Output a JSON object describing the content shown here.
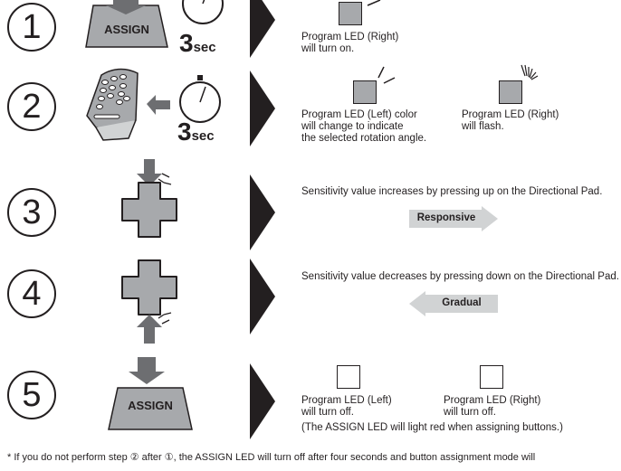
{
  "steps": [
    {
      "number": "1"
    },
    {
      "number": "2"
    },
    {
      "number": "3"
    },
    {
      "number": "4"
    },
    {
      "number": "5"
    }
  ],
  "assign_button_label": "ASSIGN",
  "timer_value": "3",
  "timer_unit": "sec",
  "step1": {
    "led_right_text": "Program LED (Right)\nwill turn on."
  },
  "step2": {
    "led_left_text": "Program LED (Left) color\nwill change to indicate\nthe selected rotation angle.",
    "led_right_text": "Program LED (Right)\nwill flash."
  },
  "step3": {
    "description": "Sensitivity value increases by pressing up on the Directional Pad.",
    "arrow_label": "Responsive"
  },
  "step4": {
    "description": "Sensitivity value decreases by pressing down on the Directional Pad.",
    "arrow_label": "Gradual"
  },
  "step5": {
    "led_left_text": "Program LED (Left)\nwill turn off.",
    "led_right_text": "Program LED (Right)\nwill turn off.",
    "note": "(The ASSIGN LED will light red when assigning buttons.)"
  },
  "footnote": "* If you do not perform step ② after ①, the ASSIGN LED will turn off after four seconds and button assignment mode will",
  "colors": {
    "ink": "#231f20",
    "gray": "#a7a9ac",
    "arrow_fill": "#d1d3d4",
    "dark_gray": "#6d6e71"
  }
}
